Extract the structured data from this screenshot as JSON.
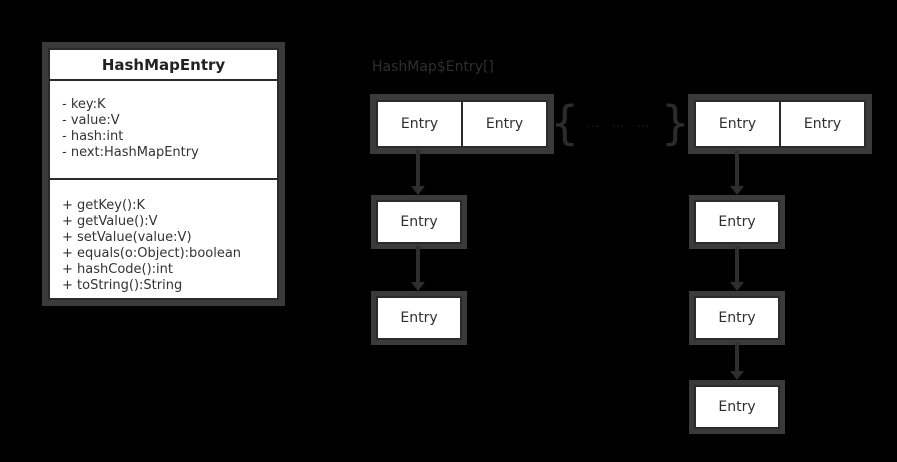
{
  "colors": {
    "background": "#000000",
    "box_fill": "#ffffff",
    "box_border": "#2b2b2b",
    "halo": "#3a3a3a",
    "text": "#333333",
    "connector": "#2e2e2e"
  },
  "uml_class": {
    "name": "HashMapEntry",
    "attributes": [
      "- key:K",
      "- value:V",
      "- hash:int",
      "- next:HashMapEntry"
    ],
    "methods": [
      "+ getKey():K",
      "+ getValue():V",
      "+ setValue(value:V)",
      "+ equals(o:Object):boolean",
      "+ hashCode():int",
      "+ toString():String"
    ]
  },
  "array_label": "HashMap$Entry[]",
  "left_bucket": {
    "cells": [
      "Entry",
      "Entry"
    ],
    "chain": [
      "Entry",
      "Entry"
    ]
  },
  "right_bucket": {
    "cells": [
      "Entry",
      "Entry"
    ],
    "chain": [
      "Entry",
      "Entry",
      "Entry"
    ]
  },
  "omission": {
    "open_brace": "{",
    "text": "… … …",
    "close_brace": "}"
  }
}
